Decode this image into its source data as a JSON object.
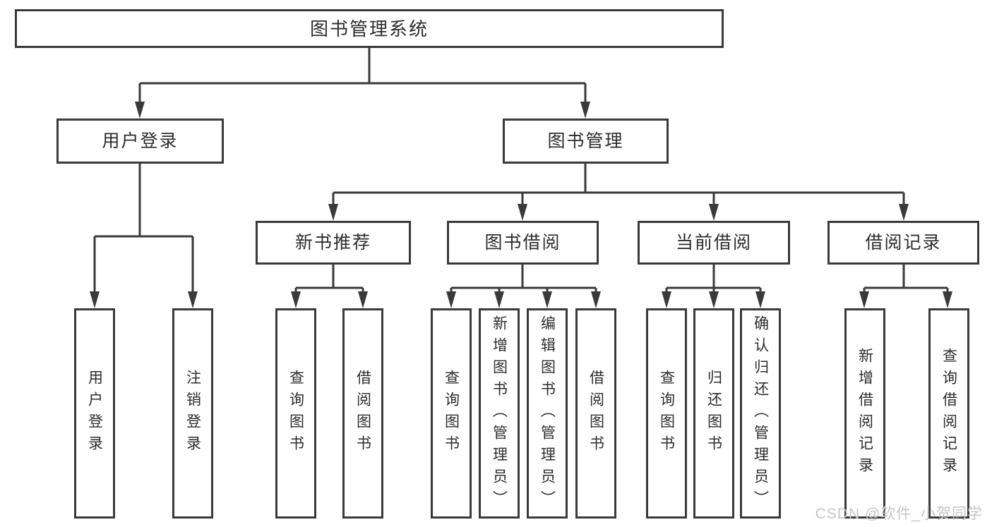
{
  "tree": {
    "label": "图书管理系统",
    "children": [
      {
        "label": "用户登录",
        "children": [
          {
            "label": "用户登录"
          },
          {
            "label": "注销登录"
          }
        ]
      },
      {
        "label": "图书管理",
        "children": [
          {
            "label": "新书推荐",
            "children": [
              {
                "label": "查询图书"
              },
              {
                "label": "借阅图书"
              }
            ]
          },
          {
            "label": "图书借阅",
            "children": [
              {
                "label": "查询图书"
              },
              {
                "label": "新增图书（管理员）"
              },
              {
                "label": "编辑图书（管理员）"
              },
              {
                "label": "借阅图书"
              }
            ]
          },
          {
            "label": "当前借阅",
            "children": [
              {
                "label": "查询图书"
              },
              {
                "label": "归还图书"
              },
              {
                "label": "确认归还（管理员）"
              }
            ]
          },
          {
            "label": "借阅记录",
            "children": [
              {
                "label": "新增借阅记录"
              },
              {
                "label": "查询借阅记录"
              }
            ]
          }
        ]
      }
    ]
  },
  "watermark": {
    "text": "CSDN @软件_小贺同学",
    "color": "#c6c6c6"
  },
  "colors": {
    "line": "#3a3a3a",
    "box_border": "#3a3a3a",
    "text": "#2d2d2d",
    "background": "#ffffff"
  }
}
